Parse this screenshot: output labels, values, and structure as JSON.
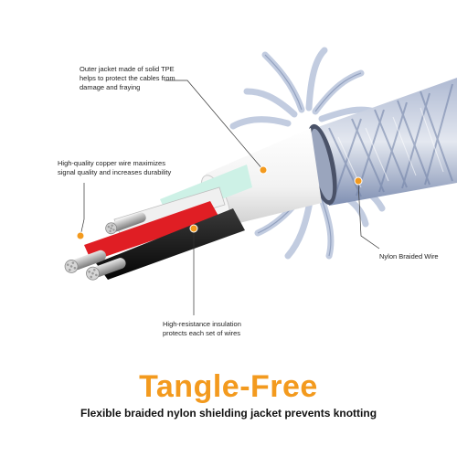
{
  "callouts": {
    "outer_jacket": [
      "Outer jacket made of solid TPE",
      "helps to protect the cables from",
      "damage and fraying"
    ],
    "copper_wire": [
      "High-quality copper wire maximizes",
      "signal quality and increases durability"
    ],
    "nylon": [
      "Nylon Braided Wire"
    ],
    "insulation": [
      "High-resistance insulation",
      "protects each set of wires"
    ]
  },
  "headline": "Tangle-Free",
  "tagline": "Flexible braided nylon shielding jacket prevents knotting",
  "colors": {
    "accent_orange": "#f39a1e",
    "braid_blue": "#8fa3c8",
    "jacket_white": "#f7f7f7",
    "inner_red": "#e01e24",
    "inner_black": "#1a1a1a",
    "inner_mint": "#cdf1e6"
  }
}
